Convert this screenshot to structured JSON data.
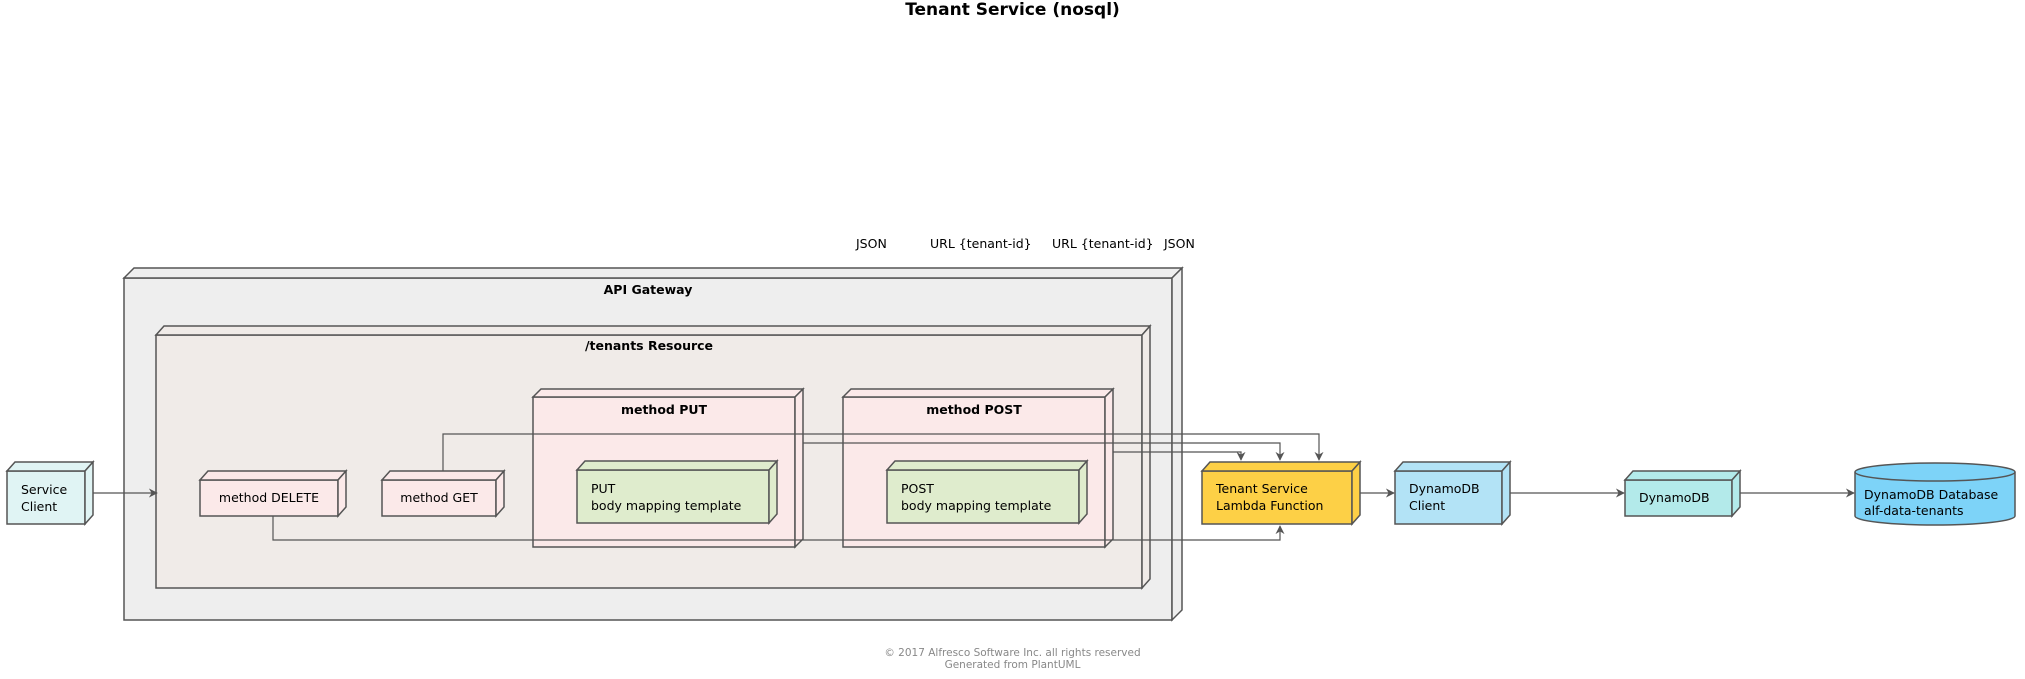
{
  "title": "Tenant Service (nosql)",
  "edge_labels": {
    "json_1": "JSON",
    "url_1": "URL {tenant-id}",
    "url_2": "URL {tenant-id}",
    "json_2": "JSON"
  },
  "nodes": {
    "service_client": {
      "line1": "Service",
      "line2": "Client",
      "color": "#e0f4f4"
    },
    "api_gateway": {
      "label": "API Gateway",
      "color": "#eeeeee"
    },
    "tenants_resource": {
      "label": "/tenants Resource",
      "color": "#f0ebe8"
    },
    "method_delete": {
      "label": "method DELETE",
      "color": "#fbe9e9"
    },
    "method_get": {
      "label": "method GET",
      "color": "#fbe9e9"
    },
    "method_put": {
      "label": "method PUT",
      "color": "#fbe9e9"
    },
    "put_template": {
      "line1": "PUT",
      "line2": "body mapping template",
      "color": "#dfeccd"
    },
    "method_post": {
      "label": "method POST",
      "color": "#fbe9e9"
    },
    "post_template": {
      "line1": "POST",
      "line2": "body mapping template",
      "color": "#dfeccd"
    },
    "lambda": {
      "line1": "Tenant Service",
      "line2": "Lambda Function",
      "color": "#fdd046"
    },
    "dynamodb_client": {
      "line1": "DynamoDB",
      "line2": "Client",
      "color": "#b3e3f6"
    },
    "dynamodb": {
      "label": "DynamoDB",
      "color": "#b3eaea"
    },
    "database": {
      "line1": "DynamoDB Database",
      "line2": "alf-data-tenants",
      "color": "#7dd3f8"
    }
  },
  "footer": {
    "line1": "© 2017 Alfresco Software Inc. all rights reserved",
    "line2": "Generated from PlantUML"
  }
}
